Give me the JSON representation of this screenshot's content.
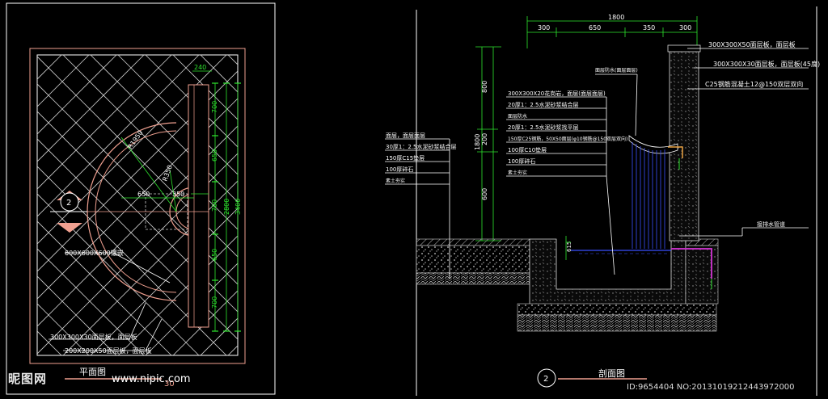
{
  "plan": {
    "title": "平面图",
    "scale": "30",
    "circle_tag": "2",
    "dims_top": "240",
    "dims_right": [
      "700",
      "650",
      "700",
      "650",
      "700"
    ],
    "dim_total_inner": "2800",
    "dim_total_outer": "3400",
    "dim_650": "650",
    "dim_350": "350",
    "radius_outer": "R1950",
    "radius_inner": "R350",
    "label_tile": "600X600X600镶嵌",
    "label_a": "300X300X30面层板，面层板",
    "label_b": "200X200X50面层板，面层板"
  },
  "section": {
    "title": "剖面图",
    "circle_tag": "2",
    "dims_top_total": "1800",
    "dims_top": [
      "300",
      "650",
      "350",
      "300"
    ],
    "dims_left": [
      "800",
      "200",
      "600"
    ],
    "dim_total_left": "1800",
    "dim_water": "615",
    "right_labels": [
      "300X300X50面层板，面层板",
      "300X300X30面层板，面层板(45度)",
      "C25钢筋混凝土12@150双层双向"
    ],
    "center_labels": [
      "300X300X20花岗岩，面层(面层面层)",
      "20厚1：2.5水泥砂浆结合层",
      "面层防水",
      "20厚1：2.5水泥砂浆找平层",
      "150厚C25钢筋，50X50面层(φ10钢筋@150双层双向)",
      "100厚C10垫层",
      "100厚碎石",
      "素土夯实"
    ],
    "left_labels": [
      "面层，面层面层",
      "30厚1：2.5水泥砂浆结合层",
      "150厚C15垫层",
      "100厚碎石",
      "素土夯实"
    ],
    "top_note": "面层防水(面层面层)",
    "right_note": "接排水管道"
  },
  "watermark": {
    "brand": "昵图网",
    "url": "www.nipic.com",
    "id": "ID:9654404 NO:20131019212443972000"
  },
  "colors": {
    "green": "#2ee62e",
    "white": "#ffffff",
    "red": "#e85a4a",
    "pink": "#f0a090",
    "blue": "#3a50ff",
    "magenta": "#c030c0"
  }
}
